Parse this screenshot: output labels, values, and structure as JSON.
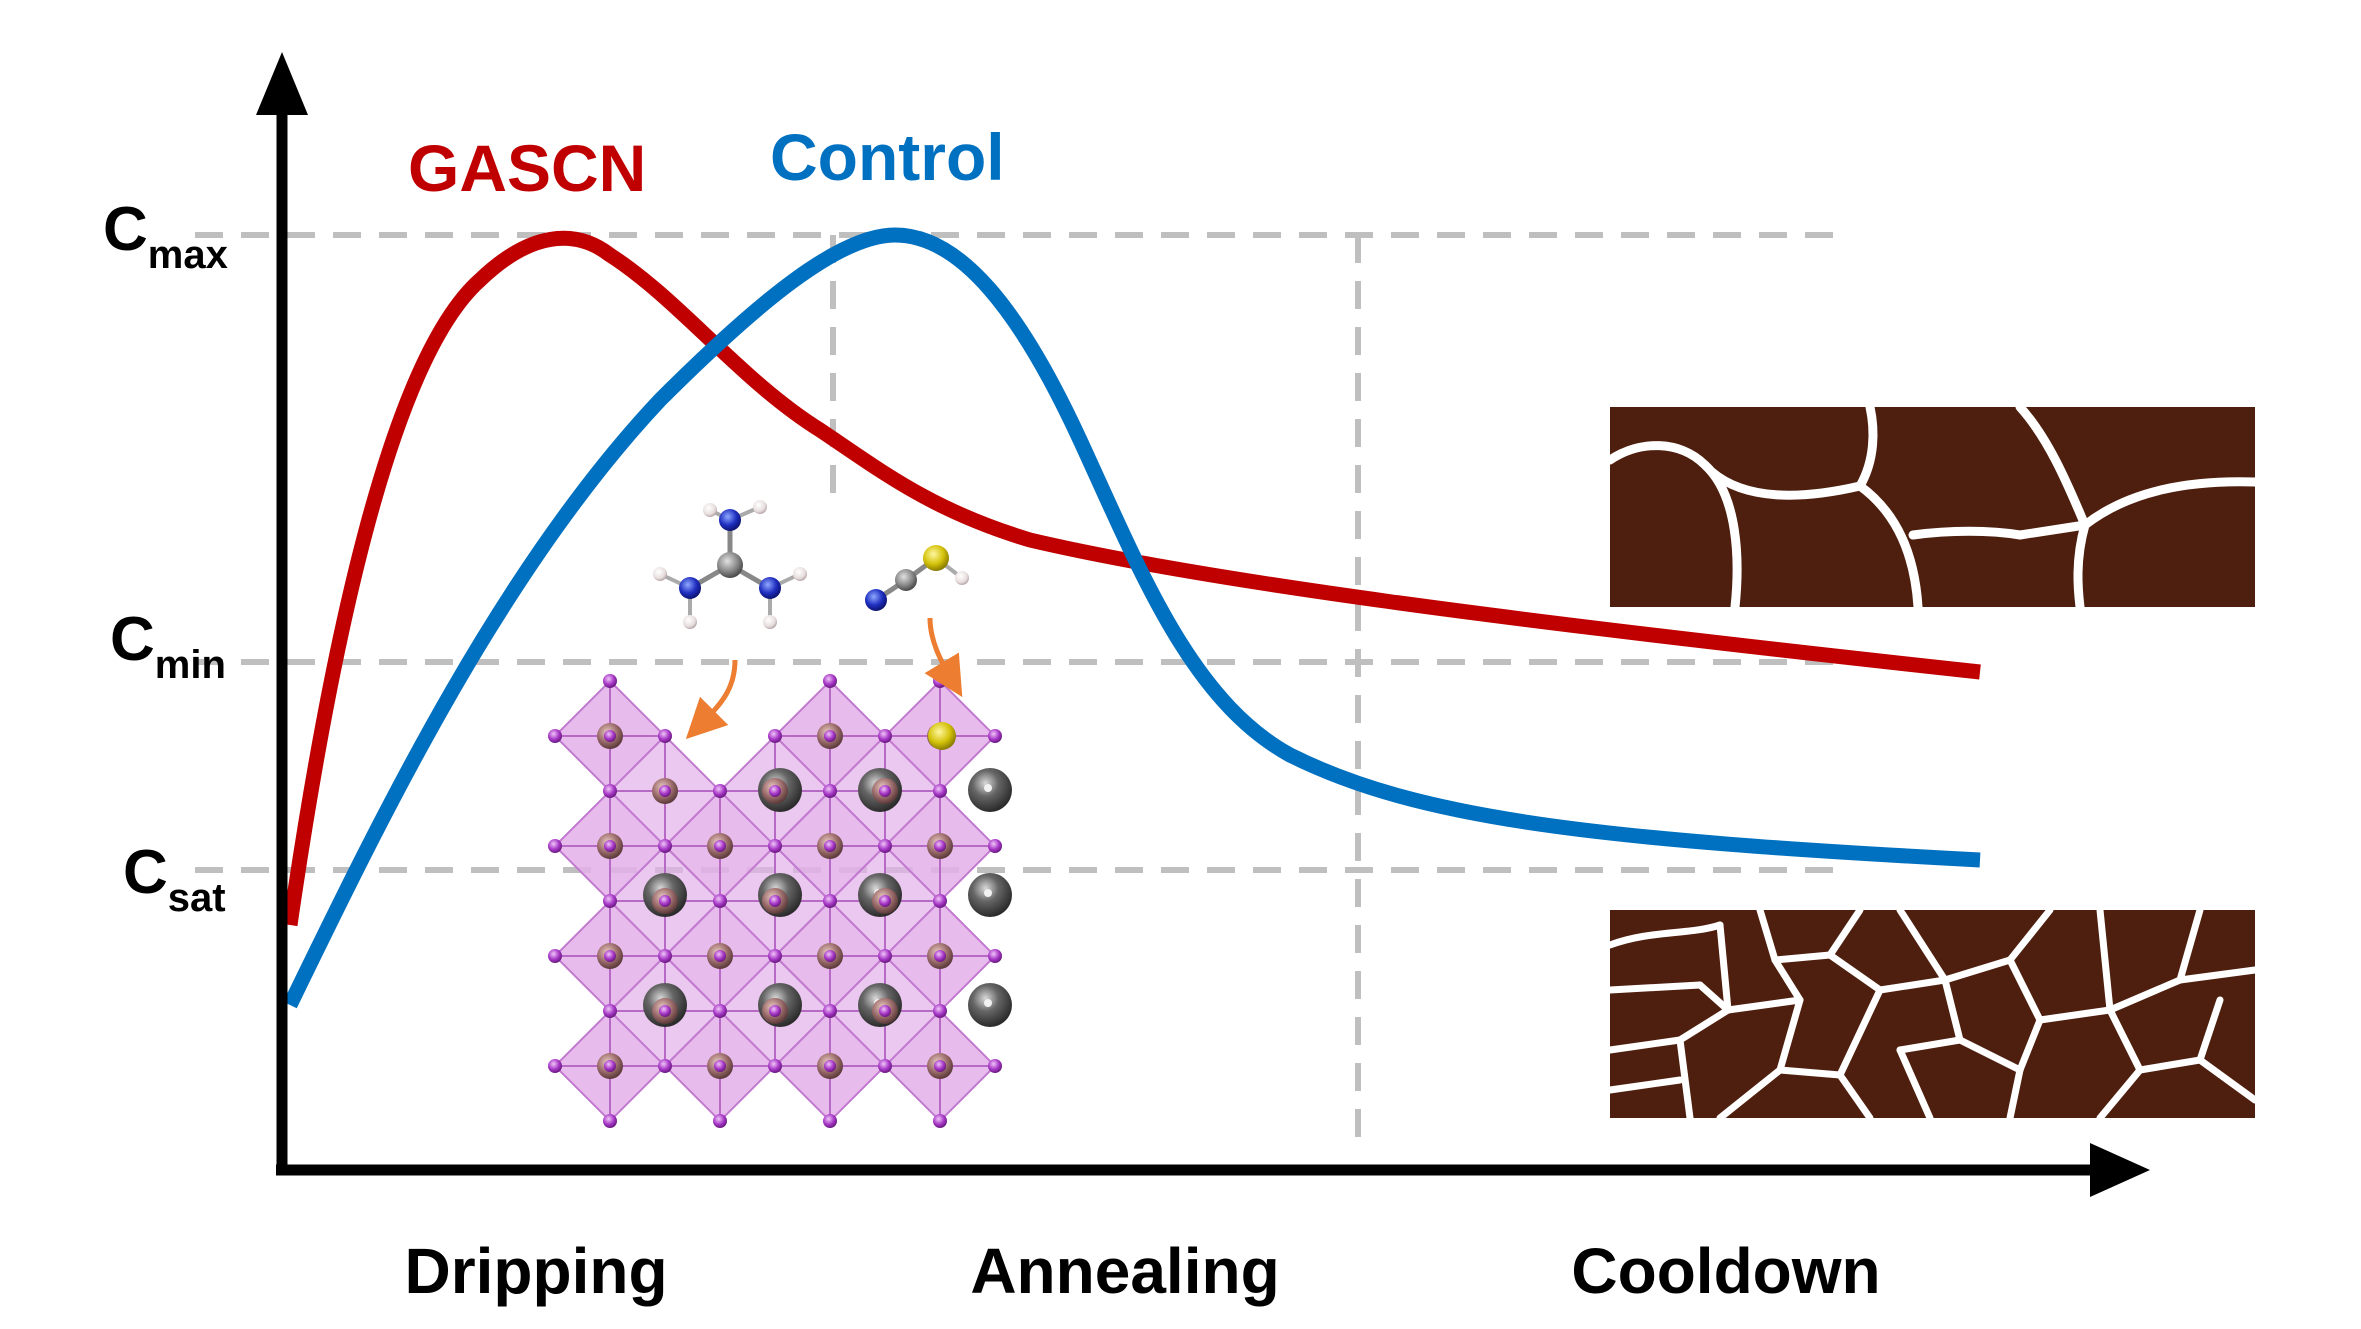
{
  "colors": {
    "gascn": "#c00000",
    "control": "#0070c0",
    "axis": "#000000",
    "guide": "#bfbfbf",
    "grain": "#4e1f0e",
    "octahedron": "#e6b3ec",
    "iodide": "#a030c0",
    "cation": "#4d4d4d",
    "arrow": "#ed7d31"
  },
  "legend": {
    "gascn": "GASCN",
    "control": "Control"
  },
  "y_levels": {
    "c_max": {
      "base": "C",
      "sub": "max"
    },
    "c_min": {
      "base": "C",
      "sub": "min"
    },
    "c_sat": {
      "base": "C",
      "sub": "sat"
    }
  },
  "stages": [
    "Dripping",
    "Annealing",
    "Cooldown"
  ],
  "icons": {
    "guanidinium": "guanidinium-molecule-icon",
    "thiocyanate": "thiocyanate-molecule-icon",
    "perovskite": "perovskite-lattice-icon",
    "large_grains": "large-grain-film-icon",
    "small_grains": "small-grain-film-icon"
  }
}
